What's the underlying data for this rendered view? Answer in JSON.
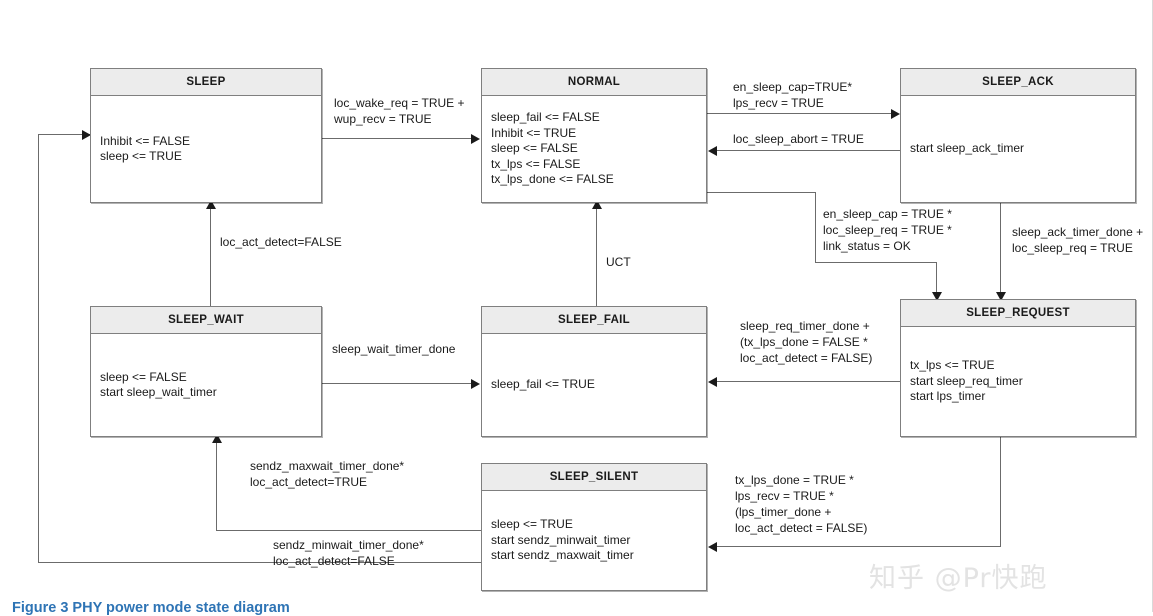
{
  "figure": {
    "caption": "Figure 3 PHY power mode state diagram",
    "caption_color": "#2e74b5",
    "watermark": "知乎 @Pr快跑",
    "header_fill": "#ececec",
    "border_color": "#7f7f7f",
    "edge_color": "#6b6b6b"
  },
  "states": [
    {
      "id": "sleep",
      "title": "SLEEP",
      "actions": [
        "Inhibit <= FALSE",
        "sleep <= TRUE"
      ]
    },
    {
      "id": "normal",
      "title": "NORMAL",
      "actions": [
        "sleep_fail <= FALSE",
        "Inhibit <= TRUE",
        "sleep <= FALSE",
        "tx_lps <= FALSE",
        "tx_lps_done <= FALSE"
      ]
    },
    {
      "id": "sleep_ack",
      "title": "SLEEP_ACK",
      "actions": [
        "start sleep_ack_timer"
      ]
    },
    {
      "id": "sleep_wait",
      "title": "SLEEP_WAIT",
      "actions": [
        "sleep <= FALSE",
        "start sleep_wait_timer"
      ]
    },
    {
      "id": "sleep_fail",
      "title": "SLEEP_FAIL",
      "actions": [
        "sleep_fail <= TRUE"
      ]
    },
    {
      "id": "sleep_request",
      "title": "SLEEP_REQUEST",
      "actions": [
        "tx_lps <= TRUE",
        "start sleep_req_timer",
        "start lps_timer"
      ]
    },
    {
      "id": "sleep_silent",
      "title": "SLEEP_SILENT",
      "actions": [
        "sleep <= TRUE",
        "start sendz_minwait_timer",
        "start sendz_maxwait_timer"
      ]
    }
  ],
  "transitions": [
    {
      "id": "sleep-to-normal",
      "from": "SLEEP",
      "to": "NORMAL",
      "lines": [
        "loc_wake_req = TRUE +",
        "wup_recv = TRUE"
      ]
    },
    {
      "id": "normal-to-sleep-ack",
      "from": "NORMAL",
      "to": "SLEEP_ACK",
      "lines": [
        "en_sleep_cap=TRUE*",
        "lps_recv = TRUE"
      ]
    },
    {
      "id": "sleep-ack-to-normal",
      "from": "SLEEP_ACK",
      "to": "NORMAL",
      "lines": [
        "loc_sleep_abort = TRUE"
      ]
    },
    {
      "id": "normal-to-sleep-request",
      "from": "NORMAL",
      "to": "SLEEP_REQUEST",
      "lines": [
        "en_sleep_cap = TRUE *",
        "loc_sleep_req = TRUE *",
        "link_status = OK"
      ]
    },
    {
      "id": "sleep-ack-to-sleep-request",
      "from": "SLEEP_ACK",
      "to": "SLEEP_REQUEST",
      "lines": [
        "sleep_ack_timer_done +",
        "loc_sleep_req = TRUE"
      ]
    },
    {
      "id": "sleep-wait-to-sleep",
      "from": "SLEEP_WAIT",
      "to": "SLEEP",
      "lines": [
        "loc_act_detect=FALSE"
      ]
    },
    {
      "id": "sleep-fail-to-normal",
      "from": "SLEEP_FAIL",
      "to": "NORMAL",
      "lines": [
        "UCT"
      ]
    },
    {
      "id": "sleep-wait-to-sleep-fail",
      "from": "SLEEP_WAIT",
      "to": "SLEEP_FAIL",
      "lines": [
        "sleep_wait_timer_done"
      ]
    },
    {
      "id": "sleep-request-to-sleep-fail",
      "from": "SLEEP_REQUEST",
      "to": "SLEEP_FAIL",
      "lines": [
        "sleep_req_timer_done +",
        "(tx_lps_done = FALSE *",
        "loc_act_detect = FALSE)"
      ]
    },
    {
      "id": "sleep-request-to-sleep-silent",
      "from": "SLEEP_REQUEST",
      "to": "SLEEP_SILENT",
      "lines": [
        "tx_lps_done = TRUE *",
        "lps_recv = TRUE *",
        "(lps_timer_done +",
        "loc_act_detect = FALSE)"
      ]
    },
    {
      "id": "sleep-silent-to-sleep-wait",
      "from": "SLEEP_SILENT",
      "to": "SLEEP_WAIT",
      "lines": [
        "sendz_maxwait_timer_done*",
        "loc_act_detect=TRUE"
      ]
    },
    {
      "id": "sleep-silent-to-sleep",
      "from": "SLEEP_SILENT",
      "to": "SLEEP",
      "lines": [
        "sendz_minwait_timer_done*",
        "loc_act_detect=FALSE"
      ]
    }
  ]
}
